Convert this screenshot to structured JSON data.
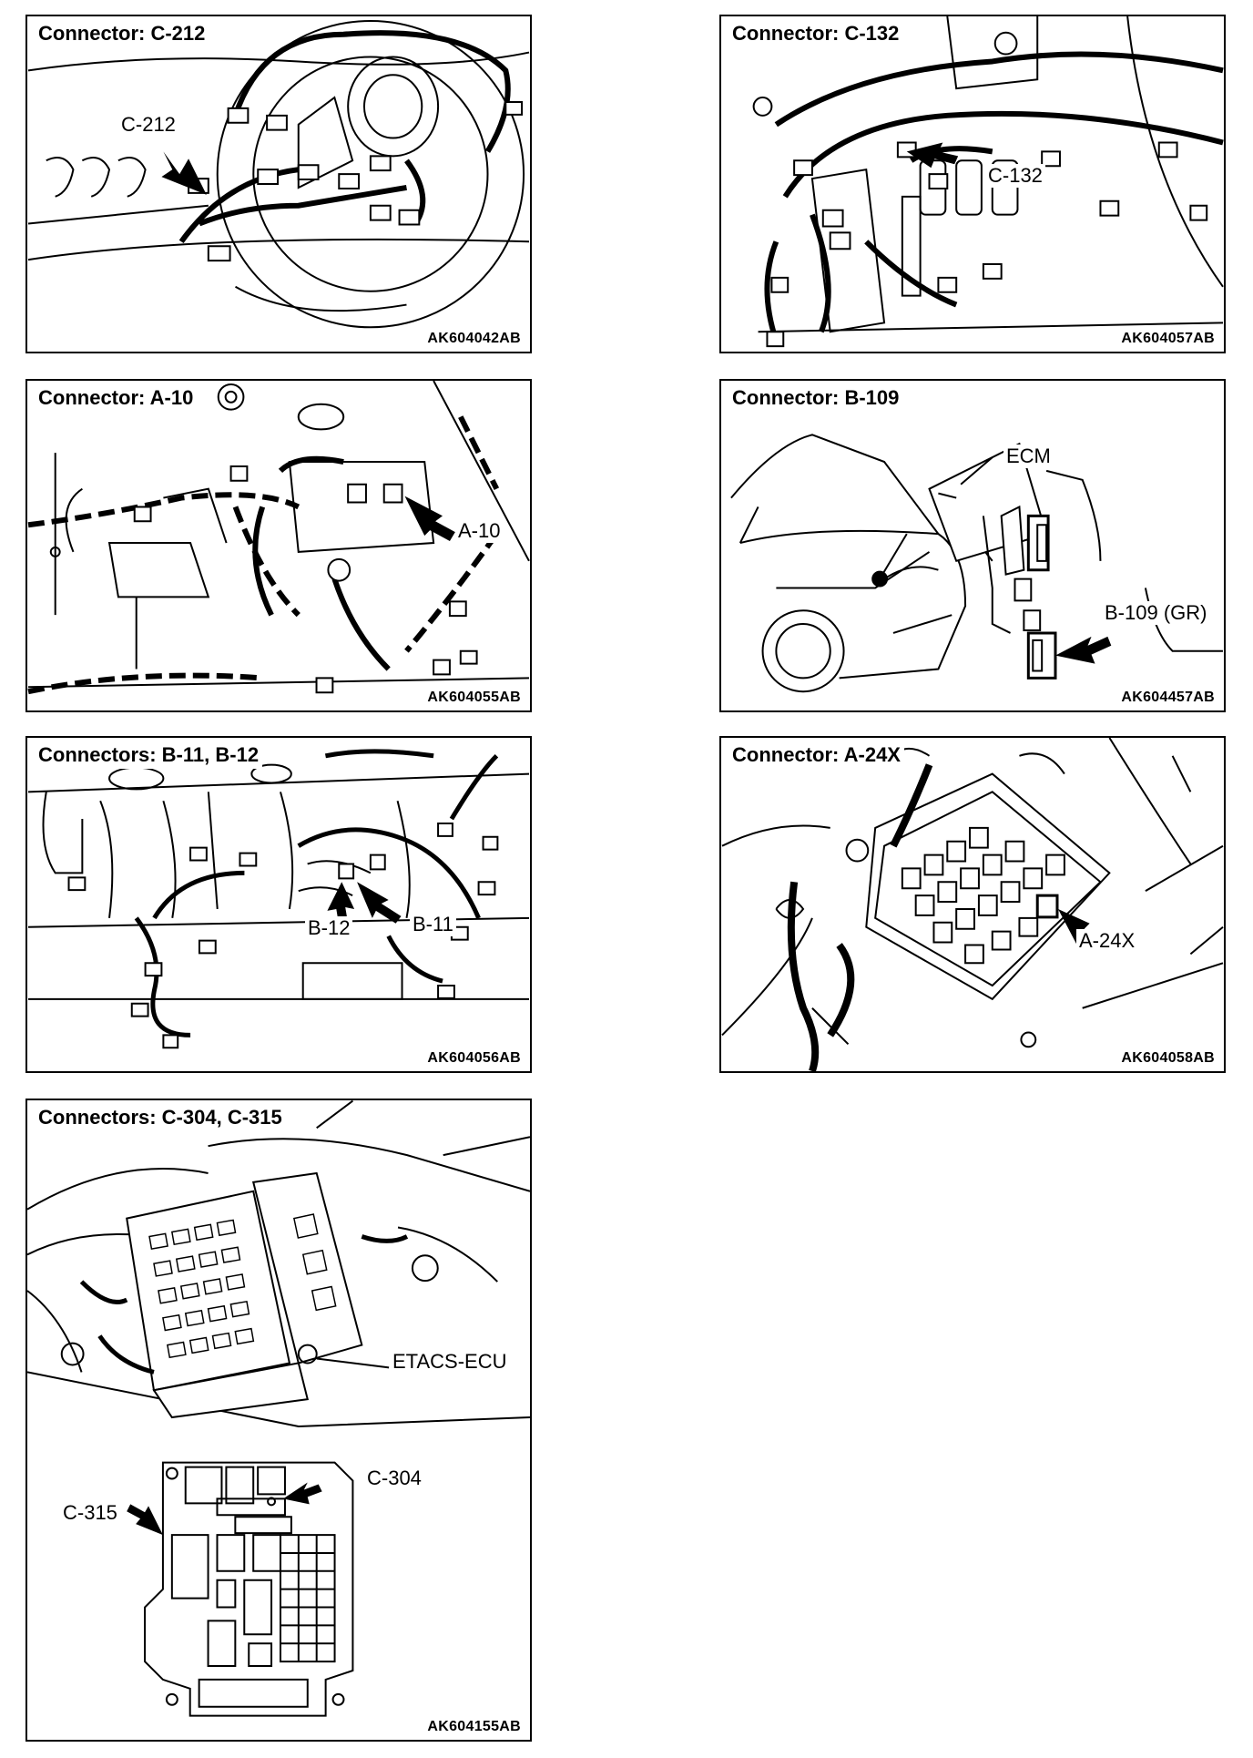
{
  "panels": {
    "c212": {
      "title": "Connector: C-212",
      "figure_id": "AK604042AB",
      "callouts": [
        "C-212"
      ]
    },
    "c132": {
      "title": "Connector: C-132",
      "figure_id": "AK604057AB",
      "callouts": [
        "C-132"
      ]
    },
    "a10": {
      "title": "Connector: A-10",
      "figure_id": "AK604055AB",
      "callouts": [
        "A-10"
      ]
    },
    "b109": {
      "title": "Connector: B-109",
      "figure_id": "AK604457AB",
      "callouts": [
        "ECM",
        "B-109 (GR)"
      ]
    },
    "b11b12": {
      "title": "Connectors: B-11, B-12",
      "figure_id": "AK604056AB",
      "callouts": [
        "B-12",
        "B-11"
      ]
    },
    "a24x": {
      "title": "Connector: A-24X",
      "figure_id": "AK604058AB",
      "callouts": [
        "A-24X"
      ]
    },
    "c304c315": {
      "title": "Connectors:  C-304, C-315",
      "figure_id": "AK604155AB",
      "callouts": [
        "ETACS-ECU",
        "C-304",
        "C-315"
      ]
    }
  }
}
